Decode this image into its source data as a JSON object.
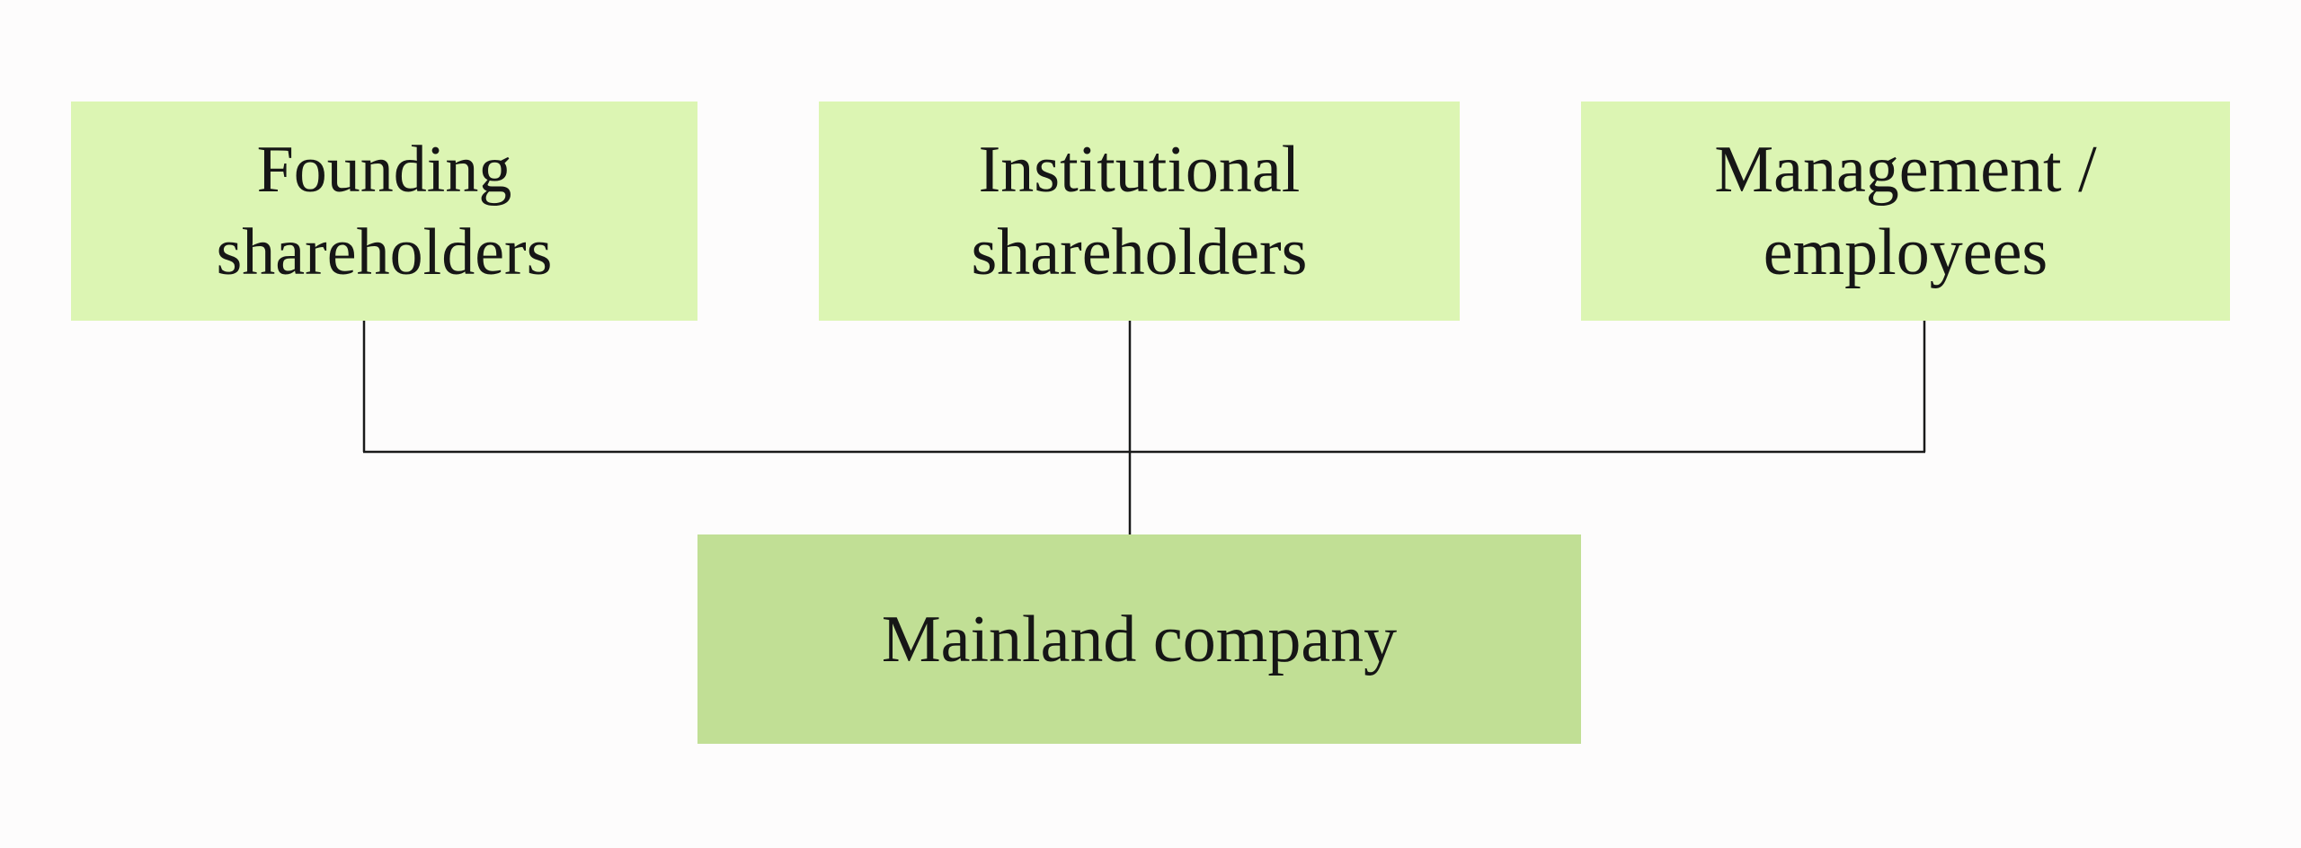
{
  "diagram": {
    "owners": [
      {
        "line1": "Founding",
        "line2": "shareholders"
      },
      {
        "line1": "Institutional",
        "line2": "shareholders"
      },
      {
        "line1": "Management /",
        "line2": "employees"
      }
    ],
    "company": {
      "label": "Mainland company"
    },
    "colors": {
      "owner_box": "#dcf5b3",
      "company_box": "#c1df95",
      "connector": "#1a1a1a",
      "background": "#fdfcfc"
    }
  }
}
